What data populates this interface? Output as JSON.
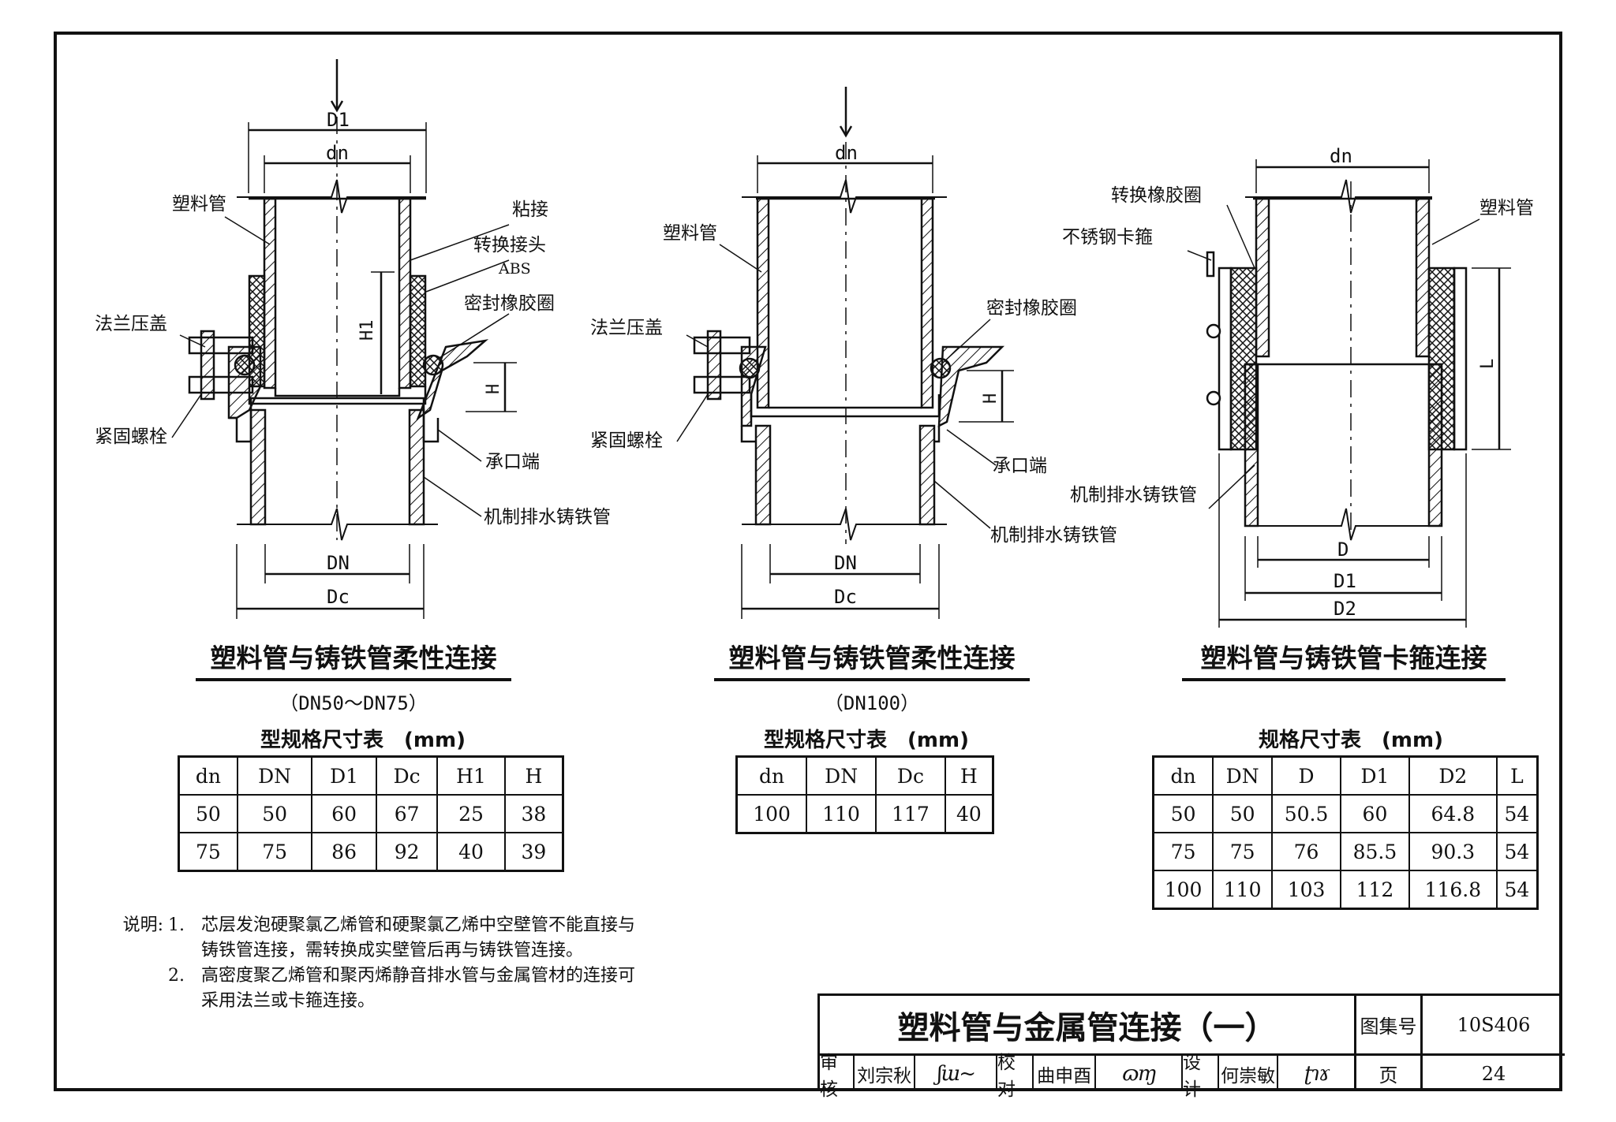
{
  "diagrams": [
    {
      "caption": "塑料管与铸铁管柔性连接",
      "range": "（DN50～DN75）",
      "labels": {
        "plastic_pipe": "塑料管",
        "bonding": "粘接",
        "adapter": "转换接头",
        "adapter_material": "ABS",
        "seal_ring": "密封橡胶圈",
        "flange_cover": "法兰压盖",
        "bolt": "紧固螺栓",
        "socket_end": "承口端",
        "cast_iron_pipe": "机制排水铸铁管"
      },
      "dims": {
        "D1": "D1",
        "dn": "dn",
        "H1": "H1",
        "H": "H",
        "DN": "DN",
        "Dc": "Dc"
      },
      "table": {
        "title": "型规格尺寸表　(mm)",
        "headers": [
          "dn",
          "DN",
          "D1",
          "Dc",
          "H1",
          "H"
        ],
        "rows": [
          [
            "50",
            "50",
            "60",
            "67",
            "25",
            "38"
          ],
          [
            "75",
            "75",
            "86",
            "92",
            "40",
            "39"
          ]
        ]
      }
    },
    {
      "caption": "塑料管与铸铁管柔性连接",
      "range": "（DN100）",
      "labels": {
        "plastic_pipe": "塑料管",
        "seal_ring": "密封橡胶圈",
        "flange_cover": "法兰压盖",
        "bolt": "紧固螺栓",
        "socket_end": "承口端",
        "cast_iron_pipe": "机制排水铸铁管"
      },
      "dims": {
        "dn": "dn",
        "H": "H",
        "DN": "DN",
        "Dc": "Dc"
      },
      "table": {
        "title": "型规格尺寸表　(mm)",
        "headers": [
          "dn",
          "DN",
          "Dc",
          "H"
        ],
        "rows": [
          [
            "100",
            "110",
            "117",
            "40"
          ]
        ]
      }
    },
    {
      "caption": "塑料管与铸铁管卡箍连接",
      "range": "",
      "labels": {
        "rubber_ring": "转换橡胶圈",
        "clamp": "不锈钢卡箍",
        "plastic_pipe": "塑料管",
        "cast_iron_pipe": "机制排水铸铁管"
      },
      "dims": {
        "dn": "dn",
        "L": "L",
        "D": "D",
        "D1": "D1",
        "D2": "D2"
      },
      "table": {
        "title": "规格尺寸表　(mm)",
        "headers": [
          "dn",
          "DN",
          "D",
          "D1",
          "D2",
          "L"
        ],
        "rows": [
          [
            "50",
            "50",
            "50.5",
            "60",
            "64.8",
            "54"
          ],
          [
            "75",
            "75",
            "76",
            "85.5",
            "90.3",
            "54"
          ],
          [
            "100",
            "110",
            "103",
            "112",
            "116.8",
            "54"
          ]
        ]
      }
    }
  ],
  "notes": {
    "prefix": "说明:",
    "items": [
      {
        "num": "1.",
        "lines": [
          "芯层发泡硬聚氯乙烯管和硬聚氯乙烯中空壁管不能直接与",
          "铸铁管连接，需转换成实壁管后再与铸铁管连接。"
        ]
      },
      {
        "num": "2.",
        "lines": [
          "高密度聚乙烯管和聚丙烯静音排水管与金属管材的连接可",
          "采用法兰或卡箍连接。"
        ]
      }
    ]
  },
  "title_block": {
    "title": "塑料管与金属管连接（一）",
    "atlas_label": "图集号",
    "atlas_no": "10S406",
    "review_label": "审核",
    "reviewer": "刘宗秋",
    "check_label": "校对",
    "checker": "曲申酉",
    "design_label": "设计",
    "designer": "何崇敏",
    "page_label": "页",
    "page_no": "24"
  }
}
